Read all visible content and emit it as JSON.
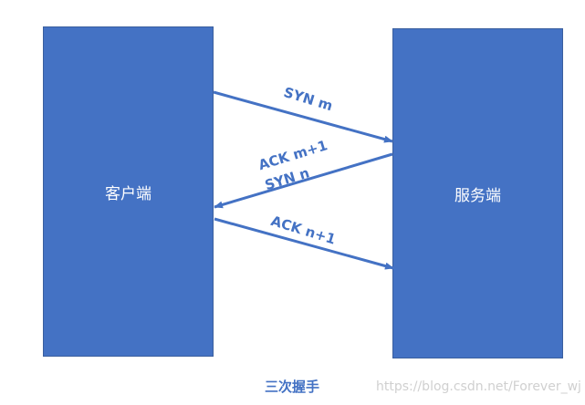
{
  "client_label": "客户端",
  "server_label": "服务端",
  "arrows": {
    "syn_m": "SYN m",
    "ack_m1": "ACK m+1",
    "syn_n": "SYN n",
    "ack_n1": "ACK n+1"
  },
  "caption": "三次握手",
  "watermark": "https://blog.csdn.net/Forever_wj",
  "colors": {
    "box": "#4472c4",
    "text": "#4472c4"
  }
}
